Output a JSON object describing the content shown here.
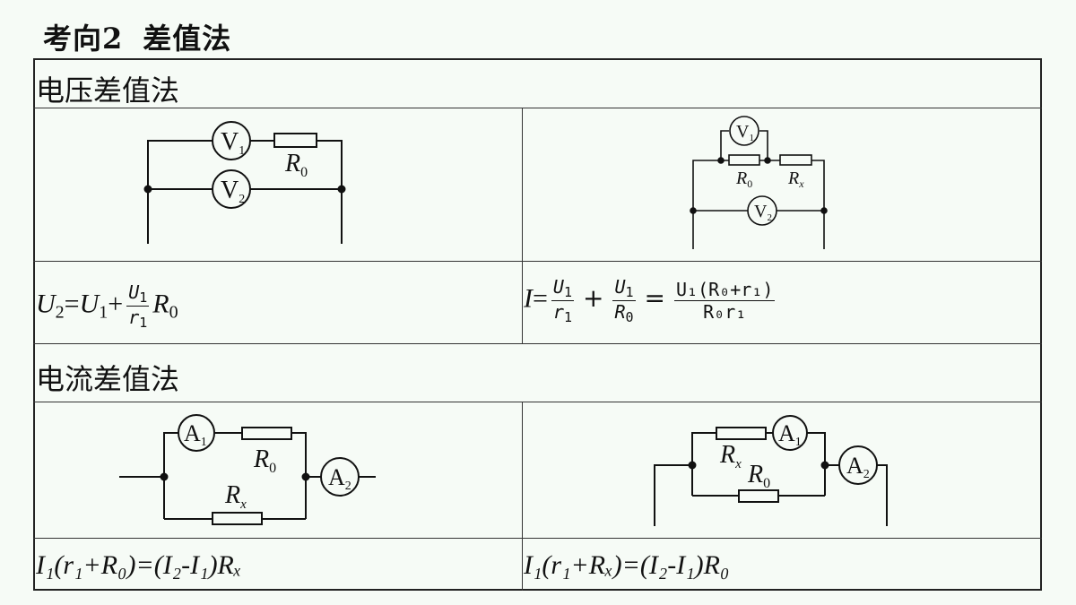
{
  "heading": {
    "prefix": "考向2",
    "title": "差值法"
  },
  "sections": [
    {
      "title": "电压差值法",
      "left": {
        "formula": {
          "lhs_var": "U",
          "lhs_sub": "2",
          "term1_var": "U",
          "term1_sub": "1",
          "frac_num_var": "U",
          "frac_num_sub": "1",
          "frac_den_var": "r",
          "frac_den_sub": "1",
          "tail_var": "R",
          "tail_sub": "0"
        }
      },
      "right": {
        "formula": {
          "lhs": "I",
          "f1_num": "U",
          "f1_num_sub": "1",
          "f1_den": "r",
          "f1_den_sub": "1",
          "f2_num": "U",
          "f2_num_sub": "1",
          "f2_den": "R",
          "f2_den_sub": "0",
          "f3_num": "U₁(R₀+r₁)",
          "f3_den": "R₀r₁"
        }
      }
    },
    {
      "title": "电流差值法",
      "left": {
        "formula": "I₁(r₁+R₀)=(I₂-I₁)Rₓ"
      },
      "right": {
        "formula": "I₁(r₁+Rₓ)=(I₂-I₁)R₀"
      }
    }
  ],
  "diagrams": {
    "d1": {
      "meter1": "V",
      "meter1_sub": "1",
      "meter2": "V",
      "meter2_sub": "2",
      "resistor": "R",
      "resistor_sub": "0"
    },
    "d2": {
      "meter1": "V",
      "meter1_sub": "1",
      "meter2": "V",
      "meter2_sub": "2",
      "r1": "R",
      "r1_sub": "0",
      "r2": "R",
      "r2_sub": "x"
    },
    "d3": {
      "meter1": "A",
      "meter1_sub": "1",
      "meter2": "A",
      "meter2_sub": "2",
      "r1": "R",
      "r1_sub": "0",
      "r2": "R",
      "r2_sub": "x"
    },
    "d4": {
      "meter1": "A",
      "meter1_sub": "1",
      "meter2": "A",
      "meter2_sub": "2",
      "r1": "R",
      "r1_sub": "x",
      "r2": "R",
      "r2_sub": "0"
    }
  }
}
